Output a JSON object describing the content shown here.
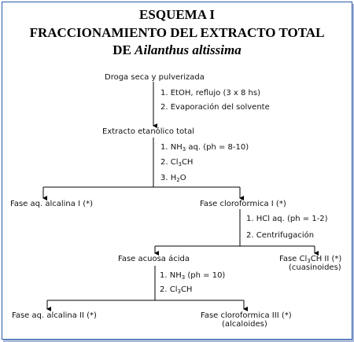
{
  "title": {
    "line1": "ESQUEMA I",
    "line2": "FRACCIONAMIENTO DEL EXTRACTO TOTAL",
    "line3_prefix": "DE ",
    "line3_species": "Ailanthus altissima"
  },
  "nodes": {
    "droga": "Droga seca y pulverizada",
    "extracto": "Extracto etanólico total",
    "alcalina1": "Fase aq. alcalina I  (*)",
    "cloroformica1": "Fase cloroformica I  (*)",
    "acuosa_acida": "Fase acuosa ácida",
    "cl3ch2_prefix": "Fase Cl",
    "cl3ch2_mid": "CH II  (*)",
    "cuasinoides": "(cuasinoides)",
    "alcalina2": "Fase aq. alcalina II  (*)",
    "cloroformica3": "Fase cloroformica III  (*)",
    "alcaloides": "(alcaloides)"
  },
  "steps": {
    "s1_1": "1. EtOH, reflujo (3 x 8 hs)",
    "s1_2": "2. Evaporación del solvente",
    "s2_1_pre": "1. NH",
    "s2_1_post": " aq. (ph = 8-10)",
    "s2_2_pre": "2. Cl",
    "s2_2_post": "CH",
    "s2_3_pre": "3. H",
    "s2_3_post": "O",
    "s3_1": "1. HCl aq.  (ph = 1-2)",
    "s3_2": "2. Centrifugación",
    "s4_1_pre": "1. NH",
    "s4_1_post": "  (ph = 10)",
    "s4_2_pre": "2. Cl",
    "s4_2_post": "CH"
  },
  "subscripts": {
    "three": "3",
    "two": "2"
  }
}
